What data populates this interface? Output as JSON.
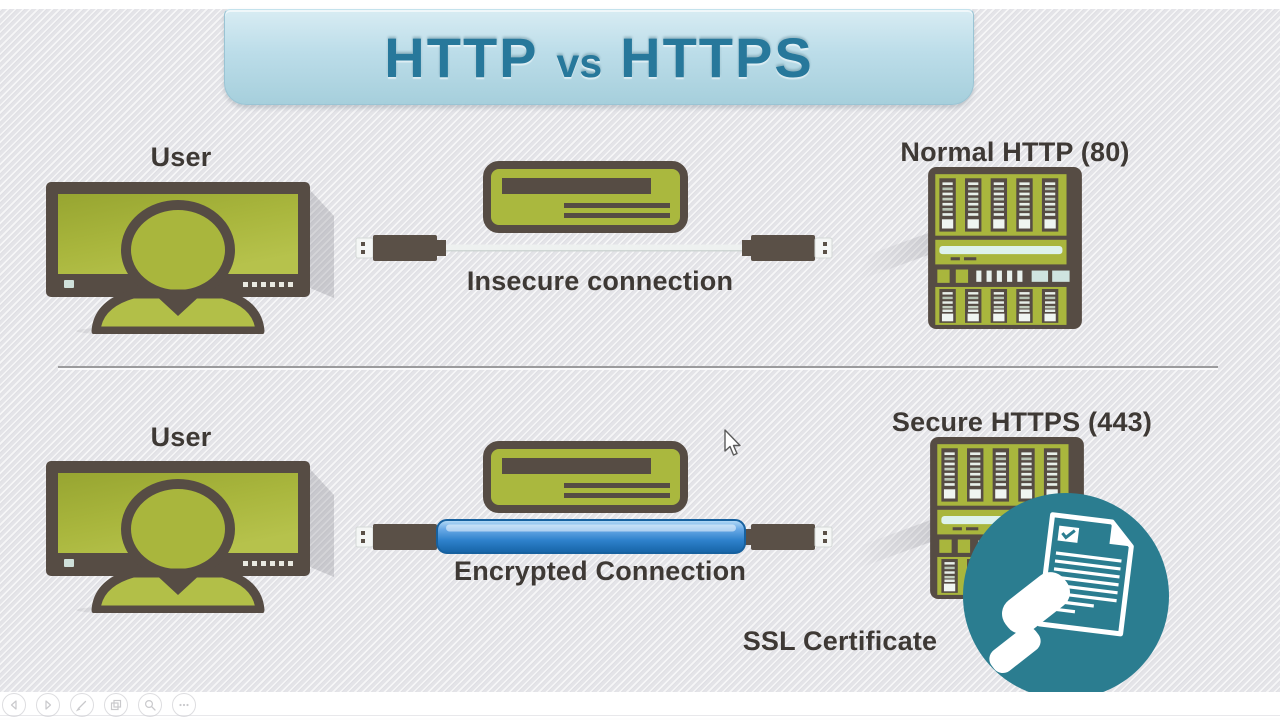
{
  "slide": {
    "title": {
      "word1": "HTTP",
      "word2": "vs",
      "word3": "HTTPS"
    },
    "http_section": {
      "user_label": "User",
      "connection_label": "Insecure connection",
      "server_label": "Normal HTTP (80)"
    },
    "https_section": {
      "user_label": "User",
      "connection_label": "Encrypted Connection",
      "server_label": "Secure HTTPS (443)",
      "certificate_label": "SSL Certificate"
    },
    "colors": {
      "banner_blue": "#b9dce8",
      "title_text": "#27789b",
      "icon_olive": "#a9b63d",
      "icon_brown": "#564c44",
      "tunnel_blue": "#2e81cb",
      "badge_teal": "#2b7d90",
      "label_text": "#3e3935"
    }
  },
  "viewer_toolbar": {
    "icons": [
      {
        "name": "previous-icon"
      },
      {
        "name": "next-icon"
      },
      {
        "name": "pen-icon"
      },
      {
        "name": "copy-slide-icon"
      },
      {
        "name": "zoom-icon"
      },
      {
        "name": "more-icon"
      }
    ]
  }
}
